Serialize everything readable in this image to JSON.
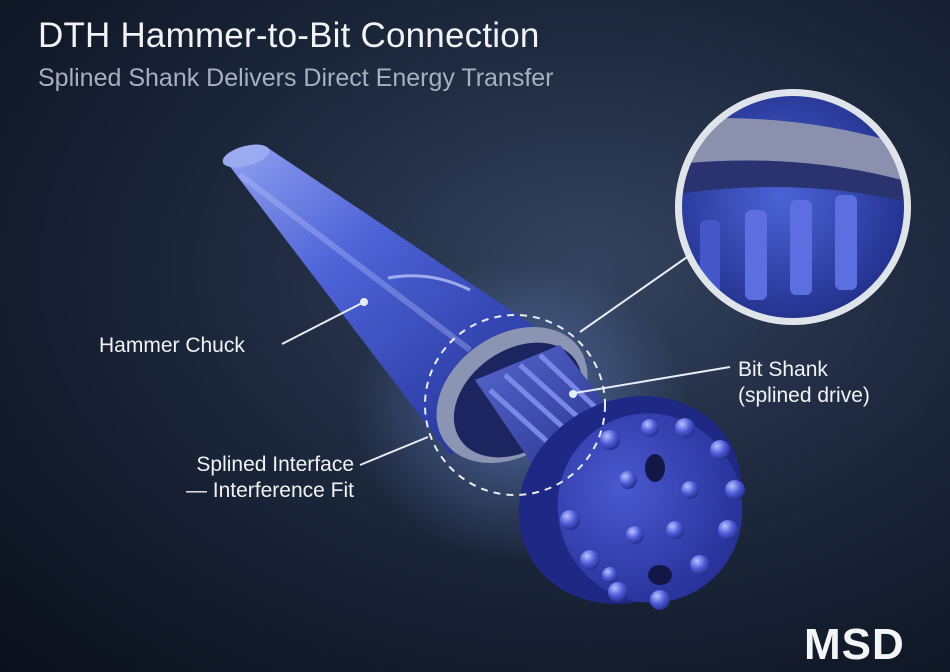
{
  "header": {
    "title": "DTH Hammer-to-Bit Connection",
    "subtitle": "Splined Shank Delivers Direct Energy Transfer"
  },
  "callouts": {
    "hammer_chuck": "Hammer Chuck",
    "splined_interface_line1": "Splined Interface",
    "splined_interface_line2": "— Interference Fit",
    "bit_shank_line1": "Bit Shank",
    "bit_shank_line2": "(splined drive)"
  },
  "logo": "MSD",
  "colors": {
    "background": "#16203a",
    "hammer_blue": "#3b4fc4",
    "bit_blue": "#2a35a8",
    "callout_white": "#f0f2f5"
  }
}
